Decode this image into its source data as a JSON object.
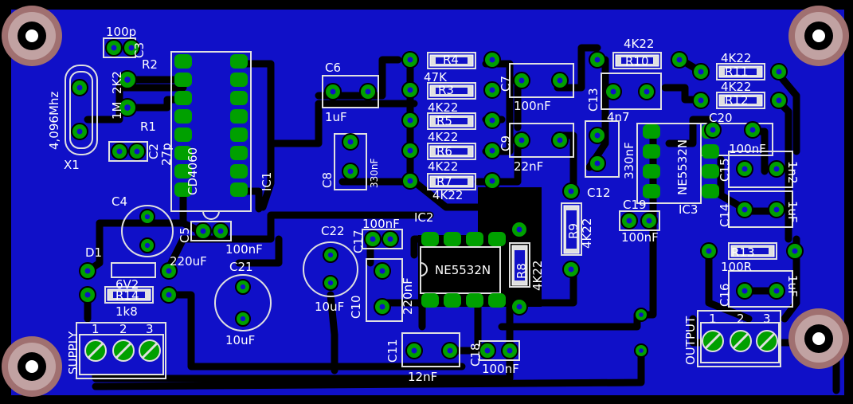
{
  "colors": {
    "background": "#000000",
    "copper": "#1010c8",
    "trace": "#000000",
    "pad": "#00a000",
    "silk": "#e0e0e0",
    "mount_ring": "#a07070"
  },
  "labels": {
    "c3_value": "100p",
    "c3": "C3",
    "r2": "R2",
    "r2_value": "2K2",
    "r1": "R1",
    "r1_value": "1M",
    "crystal": "4,096Mhz",
    "x1": "X1",
    "c2": "C2",
    "c2_value": "27p",
    "ic1_type": "CD4060",
    "ic1": "IC1",
    "c6": "C6",
    "c6_value": "1uF",
    "r4": "R4",
    "r4_value": "47K",
    "r3": "R3",
    "r3_value": "4K22",
    "r5": "R5",
    "r5_value": "4K22",
    "r6": "R6",
    "r6_value": "4K22",
    "r7": "R7",
    "r7_value": "4K22",
    "c7": "C7",
    "c7_value": "100nF",
    "c9": "C9",
    "c9_value": "22nF",
    "c8": "C8",
    "c8_value": "330nF",
    "r10_value": "4K22",
    "r10": "R10",
    "c13": "C13",
    "c13_value": "4n7",
    "c12_value": "330nF",
    "c12": "C12",
    "ic3_type": "NE5532N",
    "ic3": "IC3",
    "r11_value": "4K22",
    "r11": "R11",
    "r12_value": "4K22",
    "r12": "R12",
    "c20": "C20",
    "c20_value": "100nF",
    "c15": "C15",
    "c15_value": "1n2",
    "c14": "C14",
    "c14_value": "1uF",
    "c19": "C19",
    "c19_value": "100nF",
    "c4": "C4",
    "c4_value": "220uF",
    "c5": "C5",
    "c5_value": "100nF",
    "d1": "D1",
    "d1_value": "6V2",
    "r14": "R14",
    "r14_value": "1k8",
    "c21": "C21",
    "c21_value": "10uF",
    "c22": "C22",
    "c22_value": "10uF",
    "c17": "C17",
    "c17_value": "100nF",
    "ic2": "IC2",
    "ic2_type": "NE5532N",
    "c10": "C10",
    "c10_value": "220nF",
    "r8": "R8",
    "r8_value": "4K22",
    "r9": "R9",
    "r9_value": "4K22",
    "c11": "C11",
    "c11_value": "12nF",
    "c18": "C18",
    "c18_value": "100nF",
    "r13": "R13",
    "r13_value": "100R",
    "c16": "C16",
    "c16_value": "1uF",
    "supply": "SUPPLY",
    "output": "OUTPUT",
    "pin1": "1",
    "pin2": "2",
    "pin3": "3"
  }
}
